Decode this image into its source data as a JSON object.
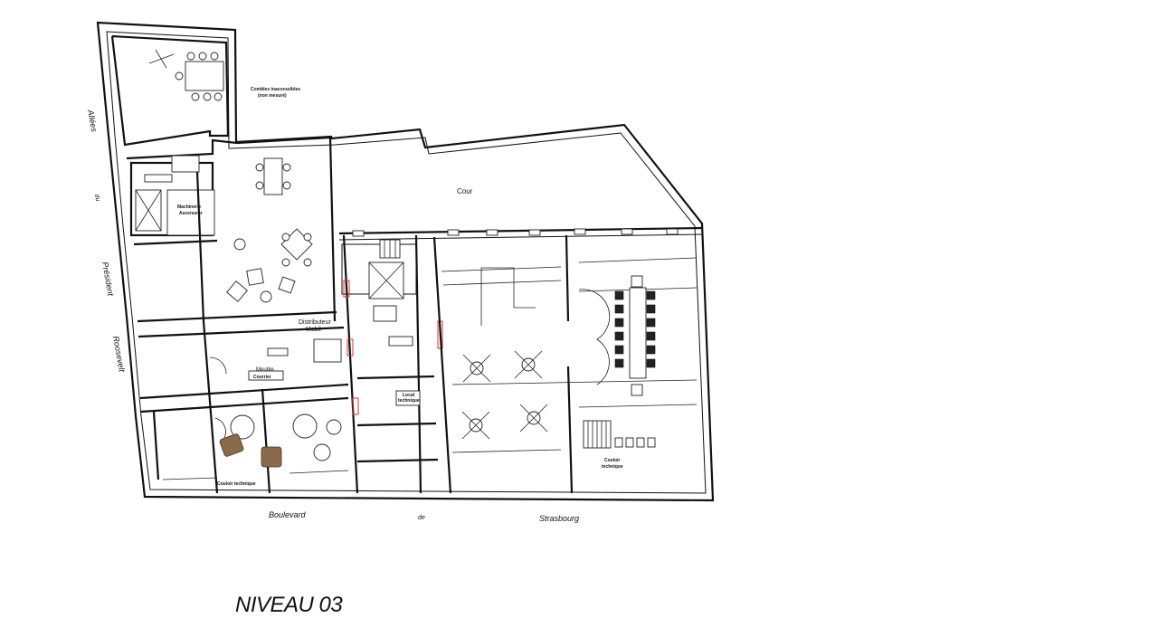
{
  "plan": {
    "title": "NIVEAU 03",
    "streets": {
      "left": [
        "Allées",
        "du",
        "Président",
        "Roosevelt"
      ],
      "bottom": [
        "Boulevard",
        "de",
        "Strasbourg"
      ]
    },
    "rooms": {
      "cour": "Cour",
      "combles": "Combles inaccessibles",
      "combles_note": "(non mesuré)",
      "machinerie": "Machinerie",
      "machinerie_2": "Ascenseur",
      "distributeur": "Distributeur",
      "distributeur_2": "Mobil",
      "meuble": "Meuble",
      "meuble_2": "Courrier",
      "couloir_technique": "Couloir technique",
      "local_technique": "Local",
      "local_technique_2": "technique",
      "couloir": "Couloir",
      "couloir_2": "technique"
    },
    "colors": {
      "walls": "#111111",
      "armchairs": "#8a6a4a",
      "fire_doors": "#e03030"
    }
  }
}
